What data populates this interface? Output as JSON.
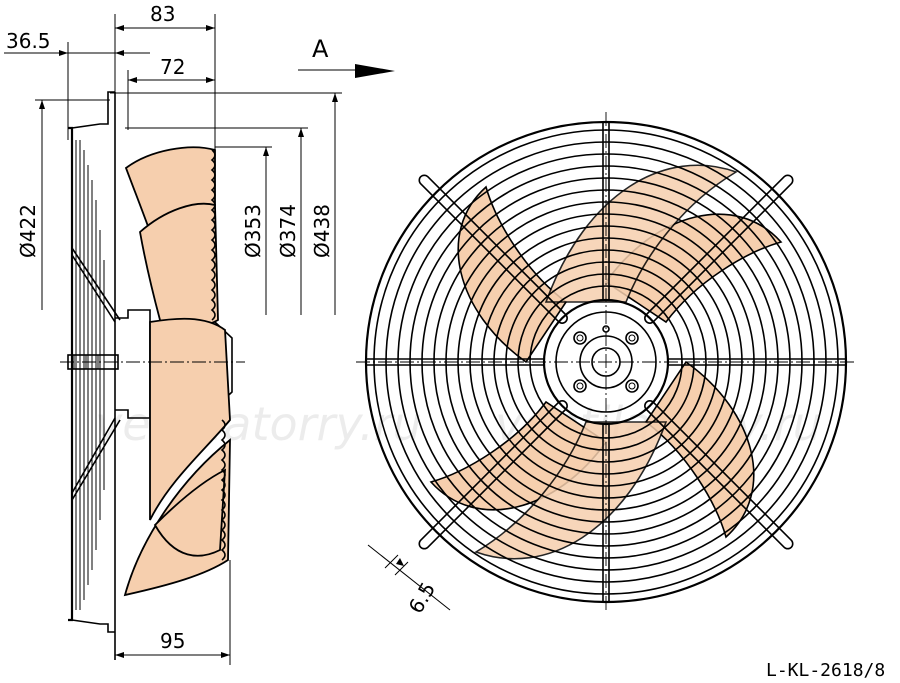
{
  "labels": {
    "dim_83": "83",
    "dim_36_5": "36.5",
    "dim_72": "72",
    "dim_95": "95",
    "dim_422": "Ø422",
    "dim_353": "Ø353",
    "dim_374": "Ø374",
    "dim_438": "Ø438",
    "dim_6_5": "6.5",
    "view_arrow": "A",
    "drawing_code": "L-KL-2618/8",
    "watermark_left": "ventilatorry.ru",
    "watermark_right": "ventilatorry.ru"
  },
  "colors": {
    "line": "#000000",
    "fill": "#f6cfae",
    "background": "#ffffff"
  }
}
